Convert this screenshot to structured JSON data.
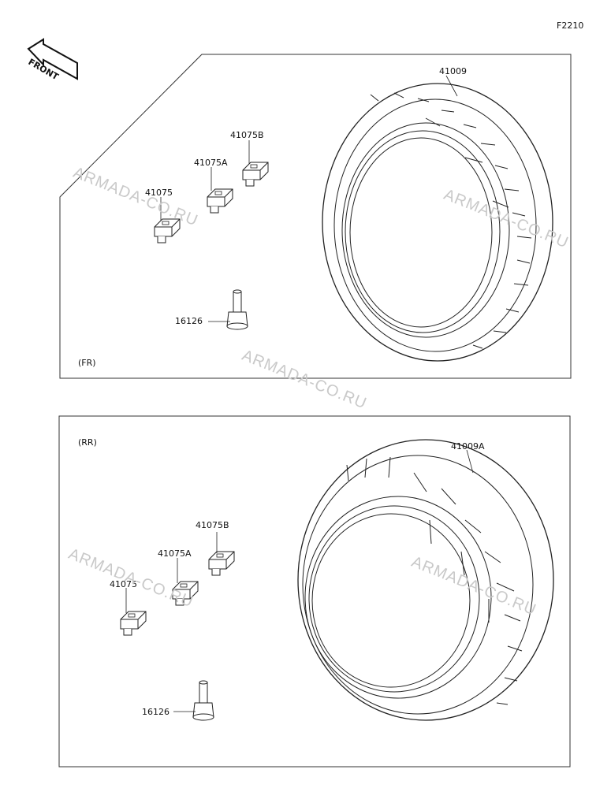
{
  "figure_code": "F2210",
  "front_arrow": {
    "text": "FRONT"
  },
  "watermark": "ARMADA-CO.RU",
  "front_section": {
    "tag": "(FR)",
    "parts": {
      "tire": "41009",
      "weight_b": "41075B",
      "weight_a": "41075A",
      "weight": "41075",
      "valve": "16126"
    }
  },
  "rear_section": {
    "tag": "(RR)",
    "parts": {
      "tire": "41009A",
      "weight_b": "41075B",
      "weight_a": "41075A",
      "weight": "41075",
      "valve": "16126"
    }
  }
}
